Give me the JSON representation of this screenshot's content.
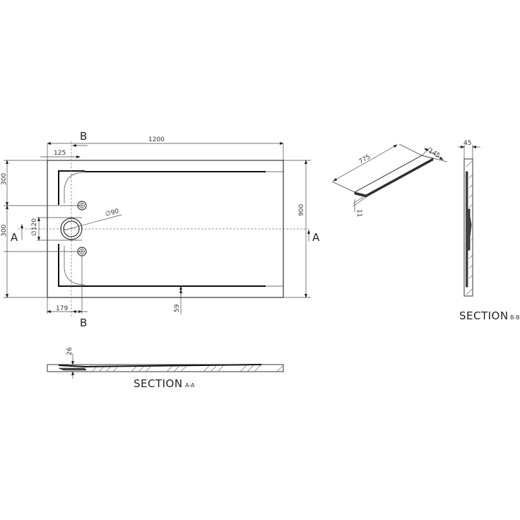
{
  "plan_view": {
    "overall_length": "1200",
    "overall_width": "900",
    "edge_offset_top": "125",
    "edge_offset_bottom": "179",
    "rim_offset": "59",
    "upper_segment": "300",
    "middle_segment": "300",
    "waste_outer_diameter": "∅120",
    "waste_inner_diameter": "∅90",
    "section_marker_a": "A",
    "section_marker_b": "B"
  },
  "grate_view": {
    "length": "775",
    "width": "145",
    "thickness": "11"
  },
  "section_aa": {
    "title": "SECTION",
    "subtitle": "A-A",
    "depth": "26"
  },
  "section_bb": {
    "title": "SECTION",
    "subtitle": "B-B",
    "width": "45"
  }
}
